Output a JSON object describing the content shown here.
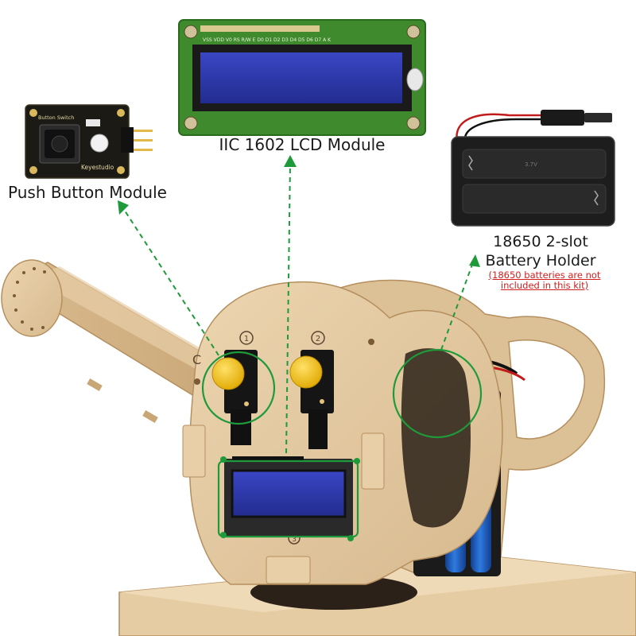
{
  "labels": {
    "push_button": "Push Button Module",
    "lcd": "IIC 1602 LCD Module",
    "battery_line1": "18650 2-slot",
    "battery_line2": "Battery Holder",
    "battery_note_line1": "(18650 batteries are not",
    "battery_note_line2": "included in this kit)"
  },
  "silkscreen": {
    "button_switch": "Button Switch",
    "brand": "Keyestudio",
    "lcd_pins": "VSS VDD V0 RS R/W E D0 D1 D2 D3 D4 D5 D6 D7 A K",
    "holder_top": "3.7V",
    "circle_1": "1",
    "circle_2": "2",
    "circle_3": "3",
    "letter_c": "C"
  },
  "colors": {
    "highlight_green": "#1e9a3a",
    "note_red": "#d31e1e",
    "wood": "#e2c7a0",
    "lcd_blue": "#2a35a8",
    "pcb_green": "#3f8a2c",
    "button_yellow": "#f2c10e",
    "battery_blue": "#1f5fc4"
  }
}
